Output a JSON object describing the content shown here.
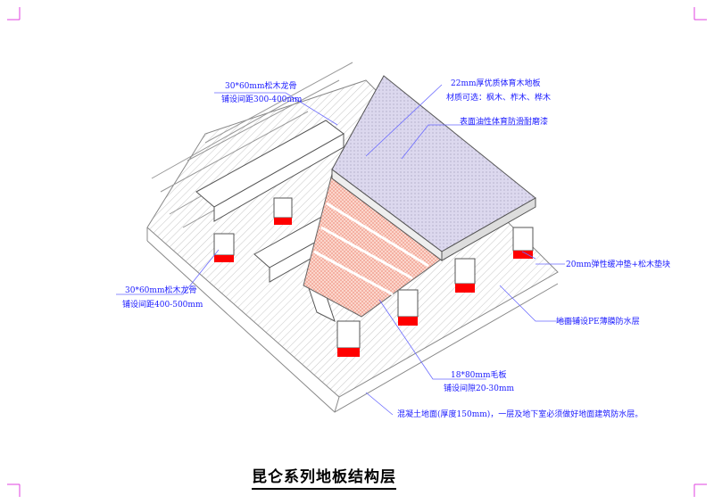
{
  "title": "昆仑系列地板结构层",
  "labels": {
    "joist_top": {
      "line1": "30*60mm松木龙骨",
      "line2": "铺设间距300-400mm"
    },
    "floor_board": {
      "line1": "22mm厚优质体育木地板",
      "line2": "材质可选：枫木、柞木、桦木"
    },
    "coating": "表面油性体育防滑耐磨漆",
    "pad": "20mm弹性缓冲垫+松木垫块",
    "joist_left": {
      "line1": "30*60mm松木龙骨",
      "line2": "铺设间距400-500mm"
    },
    "pe_film": "地面铺设PE薄膜防水层",
    "subfloor": {
      "line1": "18*80mm毛板",
      "line2": "铺设间隙20-30mm"
    },
    "concrete": "混凝土地面(厚度150mm)，一层及地下室必须做好地面建筑防水层。"
  },
  "colors": {
    "label": "#1a1aff",
    "pad": "#ff0000",
    "board": "#d8d4ec",
    "subfloor": "#f6b8a8",
    "leader": "#6a6aff"
  }
}
